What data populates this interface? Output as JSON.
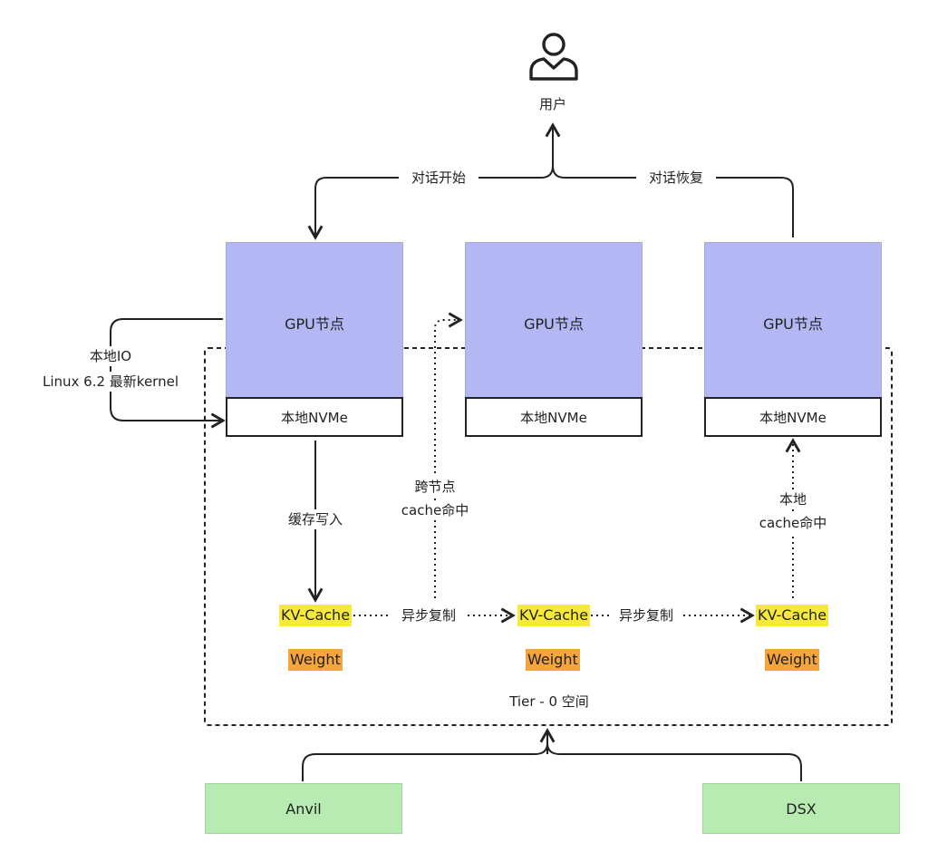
{
  "user": {
    "label": "用户"
  },
  "edges": {
    "start": "对话开始",
    "resume": "对话恢复",
    "local_io_line1": "本地IO",
    "local_io_line2": "Linux 6.2 最新kernel",
    "cache_write": "缓存写入",
    "cross_hit_line1": "跨节点",
    "cross_hit_line2": "cache命中",
    "local_hit_line1": "本地",
    "local_hit_line2": "cache命中",
    "async_copy_1": "异步复制",
    "async_copy_2": "异步复制"
  },
  "nodes": [
    {
      "gpu": "GPU节点",
      "nvme": "本地NVMe",
      "kv": "KV-Cache",
      "weight": "Weight"
    },
    {
      "gpu": "GPU节点",
      "nvme": "本地NVMe",
      "kv": "KV-Cache",
      "weight": "Weight"
    },
    {
      "gpu": "GPU节点",
      "nvme": "本地NVMe",
      "kv": "KV-Cache",
      "weight": "Weight"
    }
  ],
  "tier": {
    "label": "Tier - 0 空间"
  },
  "sources": [
    {
      "label": "Anvil"
    },
    {
      "label": "DSX"
    }
  ],
  "colors": {
    "gpu": "#b3b8f4",
    "kv": "#f7e93a",
    "weight": "#f5a53c",
    "source": "#b7ebb2"
  },
  "icons": {
    "user": "user-icon"
  }
}
